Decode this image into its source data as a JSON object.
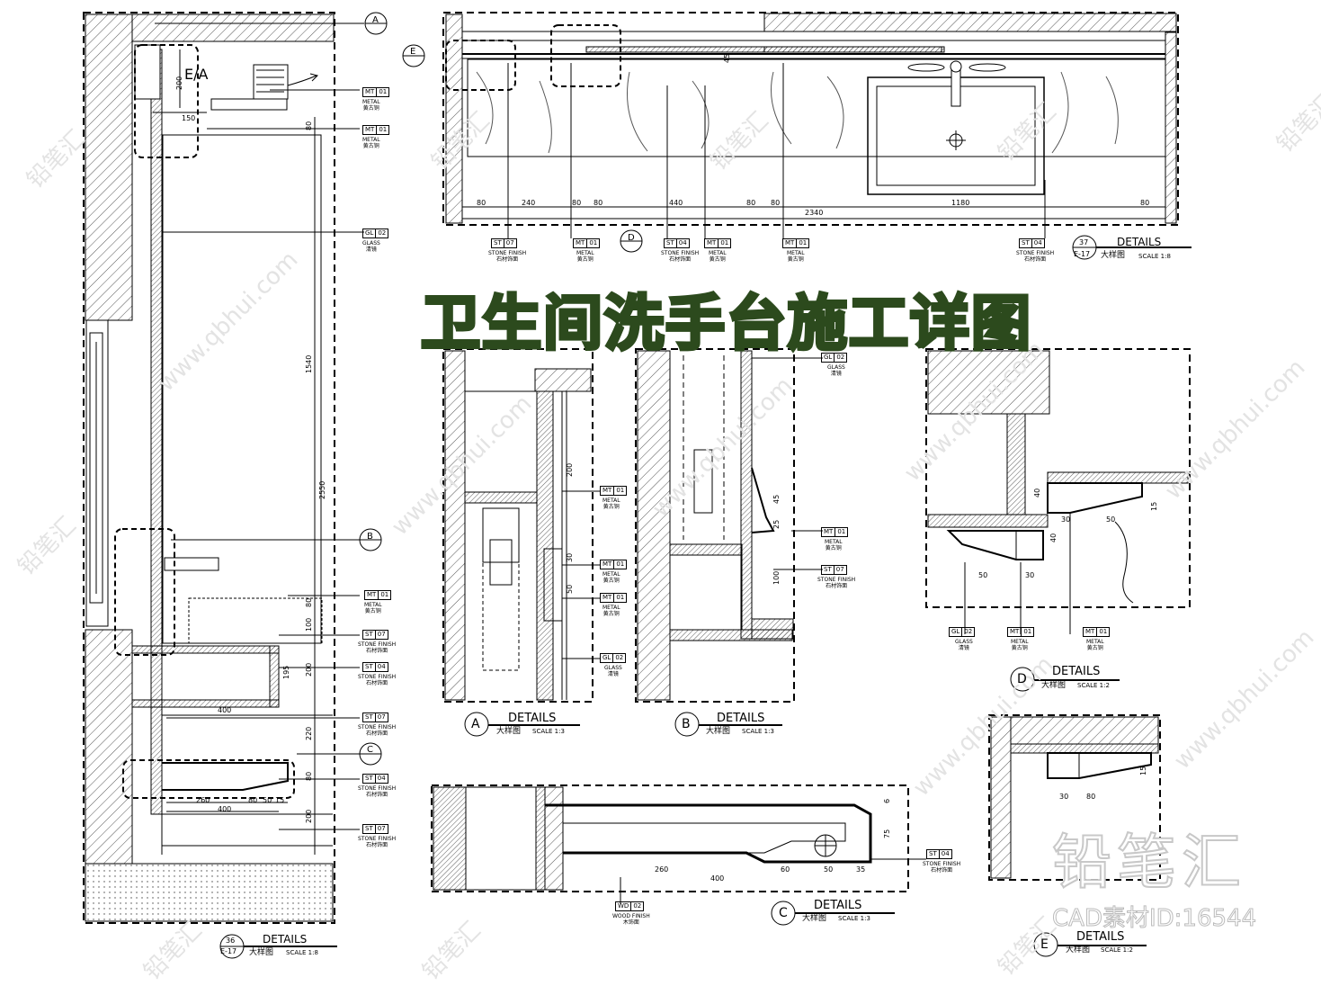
{
  "title": "卫生间洗手台施工详图",
  "watermark": {
    "url": "www.qbhui.com",
    "brand": "铅笔汇"
  },
  "logo": {
    "text": "铅笔汇",
    "cad_id": "CAD素材ID:16544"
  },
  "materials": {
    "mt01": {
      "code": "MT",
      "num": "01",
      "en": "METAL",
      "cn": "黄古铜"
    },
    "gl02": {
      "code": "GL",
      "num": "02",
      "en": "GLASS",
      "cn": "清镜"
    },
    "st07": {
      "code": "ST",
      "num": "07",
      "en": "STONE FINISH",
      "cn": "石材饰面"
    },
    "st04": {
      "code": "ST",
      "num": "04",
      "en": "STONE FINISH",
      "cn": "石材饰面"
    },
    "wd02": {
      "code": "WD",
      "num": "02",
      "en": "WOOD FINISH",
      "cn": "木饰面"
    }
  },
  "details": {
    "d36": {
      "num": "36",
      "sheet": "E-17",
      "name": "DETAILS",
      "sub": "大样图",
      "scale": "SCALE 1:8"
    },
    "d37": {
      "num": "37",
      "sheet": "E-17",
      "name": "DETAILS",
      "sub": "大样图",
      "scale": "SCALE 1:8"
    },
    "a": {
      "num": "A",
      "name": "DETAILS",
      "sub": "大样图",
      "scale": "SCALE 1:3"
    },
    "b": {
      "num": "B",
      "name": "DETAILS",
      "sub": "大样图",
      "scale": "SCALE 1:3"
    },
    "c": {
      "num": "C",
      "name": "DETAILS",
      "sub": "大样图",
      "scale": "SCALE 1:3"
    },
    "d": {
      "num": "D",
      "name": "DETAILS",
      "sub": "大样图",
      "scale": "SCALE 1:2"
    },
    "e": {
      "num": "E",
      "name": "DETAILS",
      "sub": "大样图",
      "scale": "SCALE 1:2"
    }
  },
  "markers": {
    "a": "A",
    "b": "B",
    "c": "C",
    "d": "D",
    "e": "E",
    "eva": "E/A"
  },
  "dims": {
    "left": {
      "d200": "200",
      "d150": "150",
      "d80a": "80",
      "d1540": "1540",
      "d2550": "2550",
      "d80b": "80",
      "d100": "100",
      "d195": "195",
      "d200b": "200",
      "d400a": "400",
      "d220": "220",
      "d80c": "80",
      "d260": "260",
      "d80d": "80",
      "d50": "50",
      "d15": "15",
      "d400b": "400",
      "d200c": "200"
    },
    "top": {
      "d80a": "80",
      "d240": "240",
      "d80b": "80",
      "d80c": "80",
      "d440": "440",
      "d80d": "80",
      "d80e": "80",
      "d1180": "1180",
      "d80f": "80",
      "d2340": "2340",
      "d45": "45"
    },
    "a": {
      "d200": "200",
      "d30": "30",
      "d50": "50"
    },
    "b": {
      "d45": "45",
      "d25": "25",
      "d100": "100"
    },
    "c": {
      "d260": "260",
      "d400": "400",
      "d60": "60",
      "d50": "50",
      "d35": "35",
      "d75": "75",
      "d6": "6"
    },
    "d": {
      "d40a": "40",
      "d40b": "40",
      "d30a": "30",
      "d50a": "50",
      "d15": "15",
      "d50b": "50",
      "d30b": "30"
    },
    "e": {
      "d30": "30",
      "d80": "80",
      "d15": "15"
    }
  }
}
